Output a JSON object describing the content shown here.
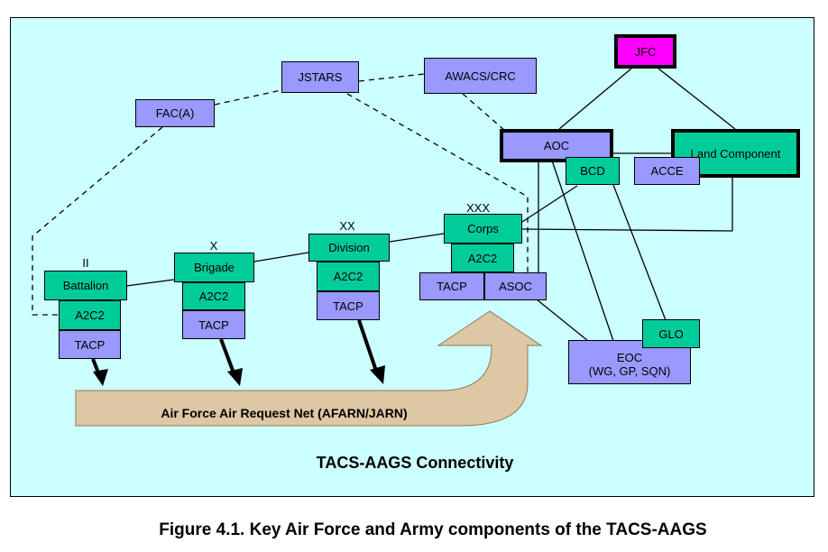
{
  "diagram": {
    "title": "TACS-AAGS Connectivity",
    "caption": "Figure 4.1.  Key Air Force and Army components of the TACS-AAGS",
    "net_label": "Air Force Air Request Net (AFARN/JARN)",
    "nodes": {
      "jfc": "JFC",
      "aoc": "AOC",
      "land": "Land Component",
      "bcd": "BCD",
      "acce": "ACCE",
      "jstars": "JSTARS",
      "awacs": "AWACS/CRC",
      "fac": "FAC(A)",
      "battalion": "Battalion",
      "battalion_a2c2": "A2C2",
      "battalion_tacp": "TACP",
      "brigade": "Brigade",
      "brigade_a2c2": "A2C2",
      "brigade_tacp": "TACP",
      "division": "Division",
      "division_a2c2": "A2C2",
      "division_tacp": "TACP",
      "corps": "Corps",
      "corps_a2c2": "A2C2",
      "corps_tacp": "TACP",
      "asoc": "ASOC",
      "glo": "GLO",
      "eoc": "EOC",
      "eoc_sub": "(WG, GP, SQN)"
    },
    "echelons": {
      "battalion": "II",
      "brigade": "X",
      "division": "XX",
      "corps": "XXX"
    },
    "colors": {
      "background": "#ccffff",
      "af_node": "#9999ff",
      "army_node": "#00cc99",
      "jfc_node": "#ff00ff",
      "net_arrow": "#dec7a4"
    }
  }
}
